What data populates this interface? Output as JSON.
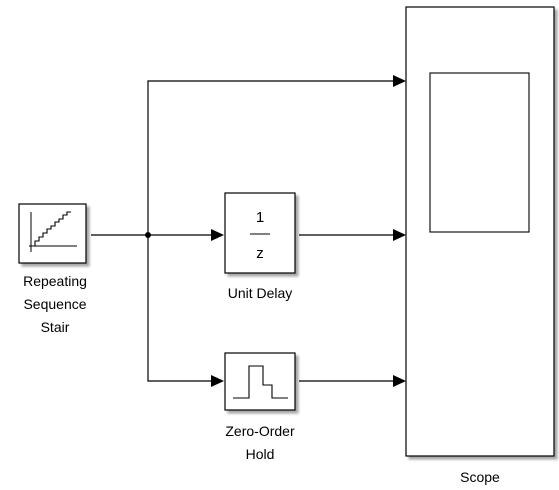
{
  "blocks": {
    "repeating_sequence_stair": {
      "label_lines": [
        "Repeating",
        "Sequence",
        "Stair"
      ]
    },
    "unit_delay": {
      "label": "Unit Delay",
      "numerator": "1",
      "denominator": "z"
    },
    "zero_order_hold": {
      "label_lines": [
        "Zero-Order",
        "Hold"
      ]
    },
    "scope": {
      "label": "Scope"
    }
  }
}
